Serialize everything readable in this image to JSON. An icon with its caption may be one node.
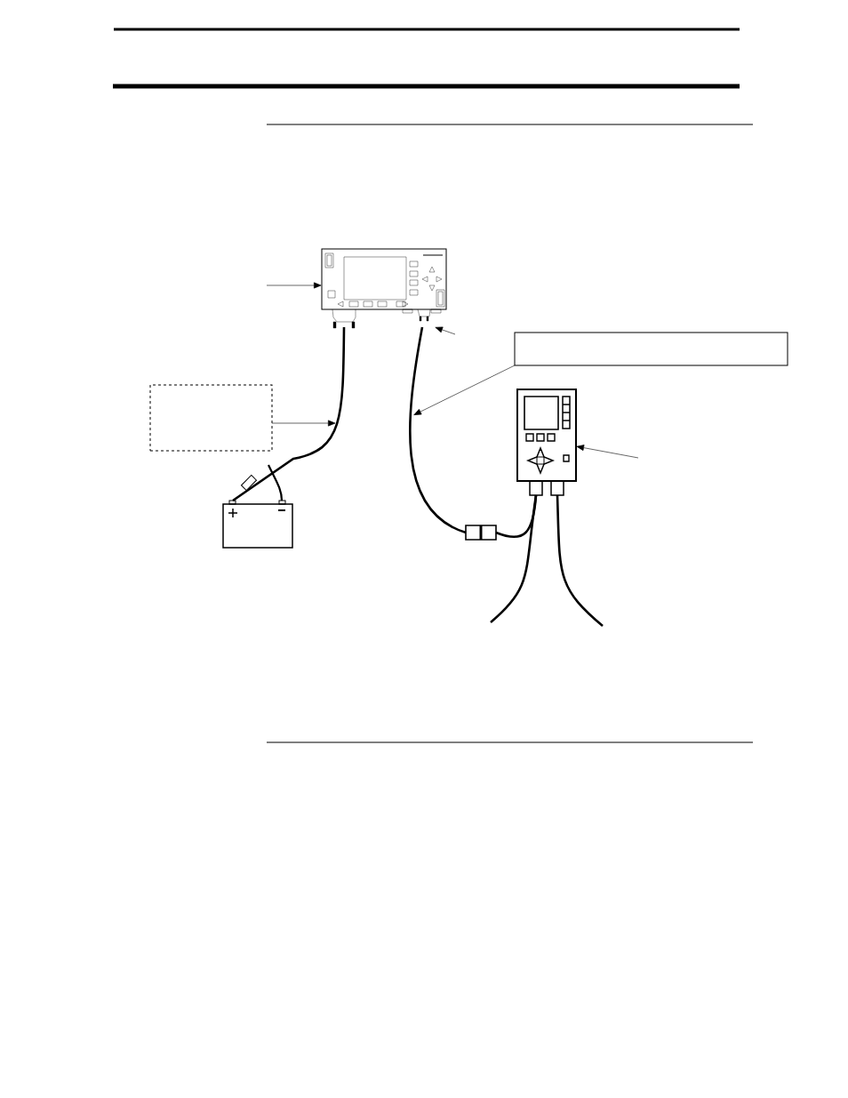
{
  "diagram": {
    "nodes": [
      {
        "text": [],
        "shape": "picture"
      },
      {
        "text": [],
        "shape": "box"
      },
      {
        "text": [],
        "shape": "picture"
      },
      {
        "text": [],
        "shape": "box"
      },
      {
        "text": [],
        "shape": "picture"
      },
      {
        "text": [],
        "shape": "box"
      }
    ],
    "edges": [
      {
        "from": null,
        "to": 0,
        "arrow": "to"
      },
      {
        "from": 1,
        "to": null,
        "arrow": "to"
      },
      {
        "from": 3,
        "to": null,
        "arrow": "to"
      },
      {
        "from": null,
        "to": 0,
        "arrow": "to"
      },
      {
        "from": null,
        "to": 4,
        "arrow": "to"
      },
      {
        "from": 0,
        "to": 2,
        "arrow": "none",
        "style": "thick"
      },
      {
        "from": 0,
        "to": 5,
        "arrow": "none",
        "style": "thick"
      },
      {
        "from": 5,
        "to": 4,
        "arrow": "none",
        "style": "thick"
      },
      {
        "from": 4,
        "to": null,
        "arrow": "none",
        "style": "thick"
      },
      {
        "from": 4,
        "to": null,
        "arrow": "none",
        "style": "thick"
      }
    ]
  }
}
